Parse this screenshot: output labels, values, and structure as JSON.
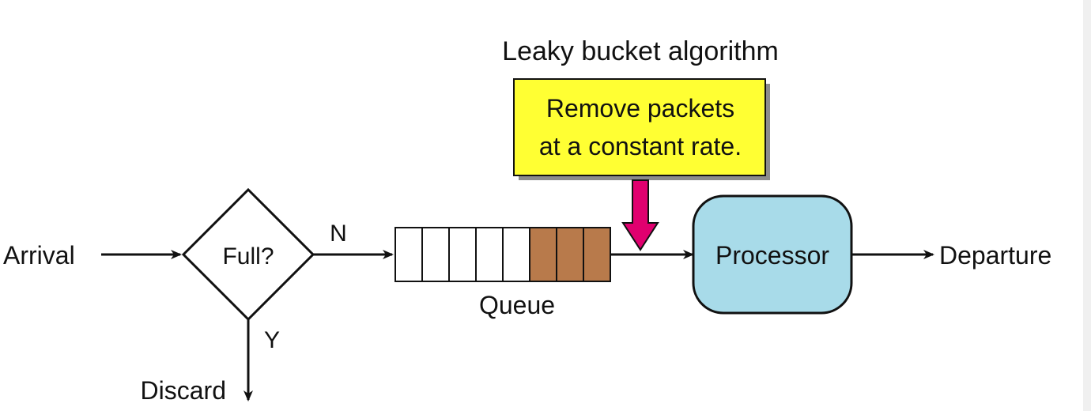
{
  "title": "Leaky bucket algorithm",
  "callout": {
    "line1": "Remove packets",
    "line2": "at a constant rate."
  },
  "labels": {
    "arrival": "Arrival",
    "decision": "Full?",
    "no_branch": "N",
    "yes_branch": "Y",
    "discard": "Discard",
    "queue": "Queue",
    "processor": "Processor",
    "departure": "Departure"
  },
  "queue": {
    "empty_slots": 5,
    "filled_slots": 3
  },
  "colors": {
    "callout_fill": "#ffff33",
    "callout_arrow": "#e0006f",
    "filled_slot": "#b87a4b",
    "processor_fill": "#a8dbe9",
    "stroke": "#111111"
  }
}
